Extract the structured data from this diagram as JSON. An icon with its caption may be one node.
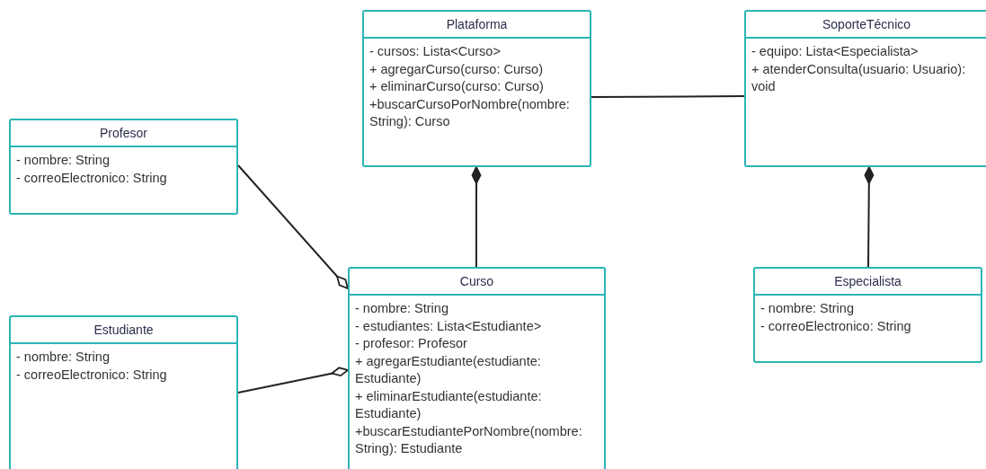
{
  "diagram": {
    "nodes": [
      {
        "text": [
          "Plataforma",
          "- cursos: Lista<Curso>",
          "+ agregarCurso(curso: Curso)",
          "+ eliminarCurso(curso: Curso)",
          "+buscarCursoPorNombre(nombre: String): Curso"
        ]
      },
      {
        "text": [
          "SoporteTécnico",
          "- equipo: Lista<Especialista>",
          "+ atenderConsulta(usuario: Usuario): void"
        ]
      },
      {
        "text": [
          "Profesor",
          "- nombre: String",
          "- correoElectronico: String"
        ]
      },
      {
        "text": [
          "Curso",
          "- nombre: String",
          "- estudiantes: Lista<Estudiante>",
          "- profesor: Profesor",
          "+ agregarEstudiante(estudiante: Estudiante)",
          "+ eliminarEstudiante(estudiante: Estudiante)",
          "+buscarEstudiantePorNombre(nombre: String): Estudiante"
        ]
      },
      {
        "text": [
          "Especialista",
          "- nombre: String",
          "- correoElectronico: String"
        ]
      },
      {
        "text": [
          "Estudiante",
          "- nombre: String",
          "- correoElectronico: String"
        ]
      }
    ],
    "edges": [
      {
        "from": 0,
        "to": 1,
        "arrow": "none"
      },
      {
        "from": 3,
        "to": 0,
        "arrow": "other"
      },
      {
        "from": 4,
        "to": 1,
        "arrow": "other"
      },
      {
        "from": 2,
        "to": 3,
        "arrow": "other"
      },
      {
        "from": 5,
        "to": 3,
        "arrow": "other"
      }
    ]
  }
}
